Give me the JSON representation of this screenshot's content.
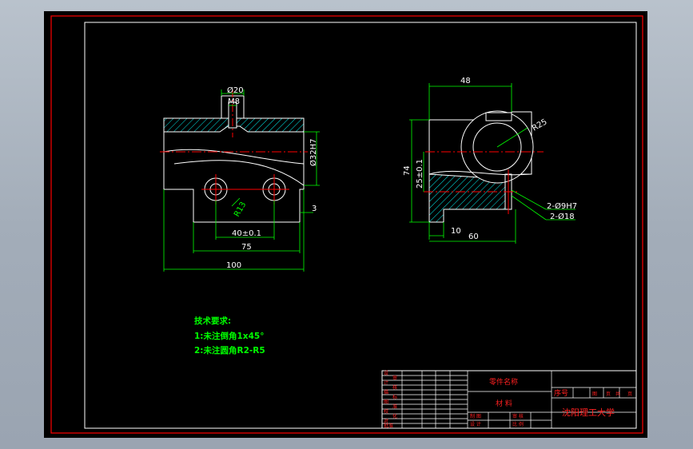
{
  "drawing": {
    "front_view_dims": {
      "bore_top": "Ø20",
      "thread": "M8",
      "bore_fit": "Ø32H7",
      "radius": "R13",
      "hole_spacing": "40±0.1",
      "base_width": "75",
      "overall_width": "100",
      "flange_height": "3"
    },
    "side_view_dims": {
      "top_width": "48",
      "radius": "R25",
      "overall_height": "74",
      "center_height": "25±0.1",
      "hole_fit": "2-Ø9H7",
      "hole_dia": "2-Ø18",
      "slot_depth": "10",
      "overall_length": "60"
    },
    "notes": {
      "title": "技术要求:",
      "line1": "1:未注倒角1x45°",
      "line2": "2:未注圆角R2-R5"
    },
    "title_block": {
      "part_name_label": "零件名称",
      "material_label": "材 料",
      "serial_label": "序号",
      "school": "沈阳理工大学",
      "sheet_cols": [
        "图",
        "页",
        "共",
        "页"
      ],
      "design_label": "设 计",
      "check_label": "审 核",
      "drawn_label": "制 图",
      "ratio_label": "比 例",
      "left_rows": [
        "设",
        "计",
        "描",
        "图",
        "校",
        "对",
        "审",
        "核",
        "标",
        "准",
        "化",
        "批准"
      ]
    }
  },
  "colors": {
    "background": "#000000",
    "border": "#ff0000",
    "frame": "#ffffff",
    "outline": "#ffffff",
    "dimension": "#00ff00",
    "centerline": "#ff0000",
    "hatch": "#00ffff"
  }
}
